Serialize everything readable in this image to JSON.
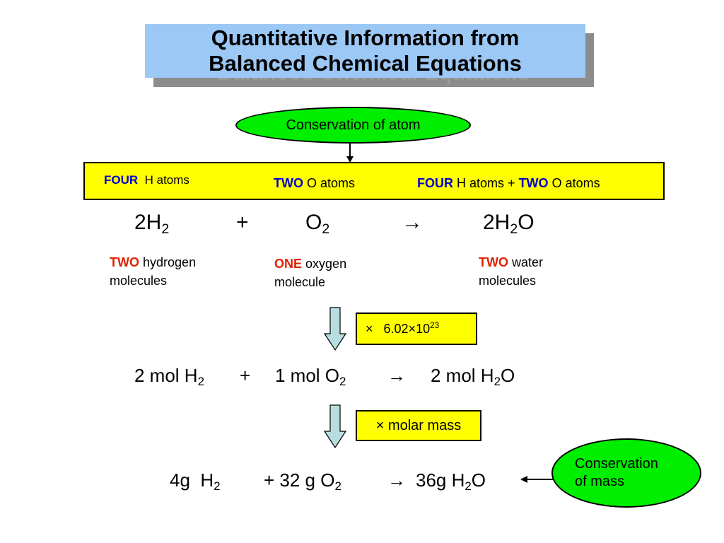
{
  "title": {
    "line1": "Quantitative Information from",
    "line2": "Balanced Chemical Equations"
  },
  "conservation_atom": "Conservation of atom",
  "atom_counts": {
    "h_left_bold": "FOUR",
    "h_left_text": "H atoms",
    "o_mid_bold": "TWO",
    "o_mid_text": "O atoms",
    "right_bold1": "FOUR",
    "right_text1": "H atoms +",
    "right_bold2": "TWO",
    "right_text2": "O atoms"
  },
  "equation1": {
    "h2": "2H",
    "h2_sub": "2",
    "plus": "+",
    "o2": "O",
    "o2_sub": "2",
    "arrow": "→",
    "water_a": "2H",
    "water_sub": "2",
    "water_b": "O"
  },
  "molecule_labels": {
    "h2_bold": "TWO",
    "h2_text1": "hydrogen",
    "h2_text2": "molecules",
    "o2_bold": "ONE",
    "o2_text1": "oxygen",
    "o2_text2": "molecule",
    "water_bold": "TWO",
    "water_text1": "water",
    "water_text2": "molecules"
  },
  "avogadro": {
    "times": "×",
    "value": "6.02×10",
    "exponent": "23"
  },
  "equation2": {
    "h2": "2 mol H",
    "h2_sub": "2",
    "plus": "+",
    "o2": "1 mol O",
    "o2_sub": "2",
    "arrow": "→",
    "water_a": "2 mol H",
    "water_sub": "2",
    "water_b": "O"
  },
  "molar_mass": "× molar mass",
  "equation3": {
    "h2": "4g  H",
    "h2_sub": "2",
    "o2": "+ 32 g O",
    "o2_sub": "2",
    "arrow": "→",
    "water_a": "36g H",
    "water_sub": "2",
    "water_b": "O"
  },
  "conservation_mass": {
    "line1": "Conservation",
    "line2": "of mass"
  },
  "colors": {
    "title_bg": "#9cc8f5",
    "oval_green": "#00ee00",
    "box_yellow": "#ffff00",
    "highlight_blue": "#0000cc",
    "highlight_red": "#e02000",
    "arrow_fill": "#b8dde0"
  }
}
